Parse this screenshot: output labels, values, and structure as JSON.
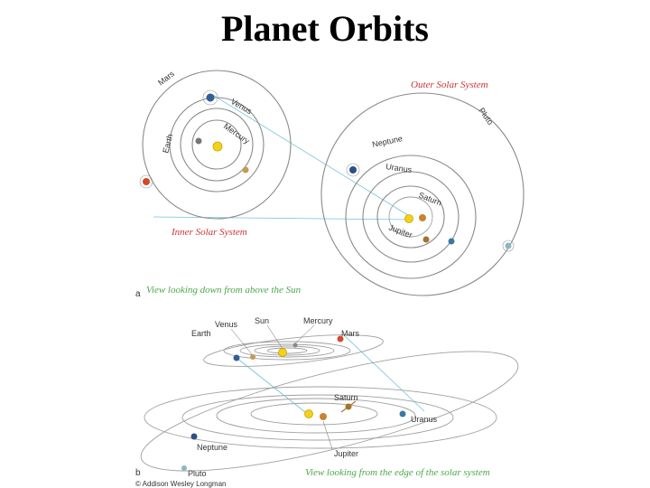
{
  "title": "Planet Orbits",
  "inner": {
    "caption": "Inner Solar System",
    "planets": {
      "mars": "Mars",
      "venus": "Venus",
      "mercury": "Mercury",
      "earth": "Earth"
    }
  },
  "outer": {
    "caption": "Outer Solar System",
    "planets": {
      "pluto": "Pluto",
      "neptune": "Neptune",
      "uranus": "Uranus",
      "saturn": "Saturn",
      "jupiter": "Jupiter"
    }
  },
  "top_view": {
    "letter": "a",
    "caption": "View looking down from above the Sun"
  },
  "side_view": {
    "letter": "b",
    "caption": "View looking from the edge of the solar system",
    "labels": {
      "venus": "Venus",
      "sun": "Sun",
      "mercury": "Mercury",
      "earth": "Earth",
      "mars": "Mars",
      "saturn": "Saturn",
      "uranus": "Uranus",
      "neptune": "Neptune",
      "jupiter": "Jupiter",
      "pluto": "Pluto"
    }
  },
  "copyright": "© Addison Wesley Longman",
  "colors": {
    "sun": "#f2d21a",
    "mercury": "#c79a55",
    "venus": "#b8a27a",
    "earth": "#2f5f96",
    "mars": "#d24a2a",
    "jupiter": "#c8842e",
    "saturn": "#a3742c",
    "uranus": "#3a7aa2",
    "neptune": "#2d4f86",
    "pluto": "#8fb5c7",
    "inner_caption": "#cc3333",
    "outer_caption": "#cc3333",
    "view_caption": "#4aa84a"
  }
}
